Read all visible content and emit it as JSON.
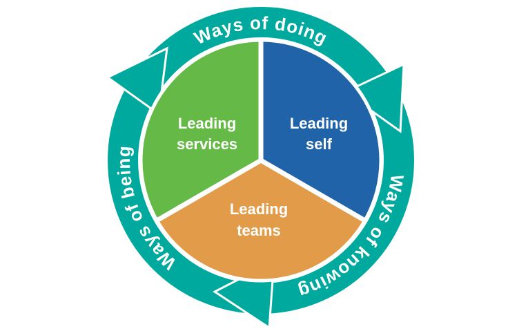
{
  "colors": {
    "ring": "#00A99D",
    "services": "#65B946",
    "self": "#2063A8",
    "teams": "#E29B48",
    "text": "#FFFFFF"
  },
  "segments": {
    "services": {
      "line1": "Leading",
      "line2": "services"
    },
    "self": {
      "line1": "Leading",
      "line2": "self"
    },
    "teams": {
      "line1": "Leading",
      "line2": "teams"
    }
  },
  "ring": {
    "doing": "Ways of doing",
    "knowing": "Ways of knowing",
    "being": "Ways of being"
  }
}
